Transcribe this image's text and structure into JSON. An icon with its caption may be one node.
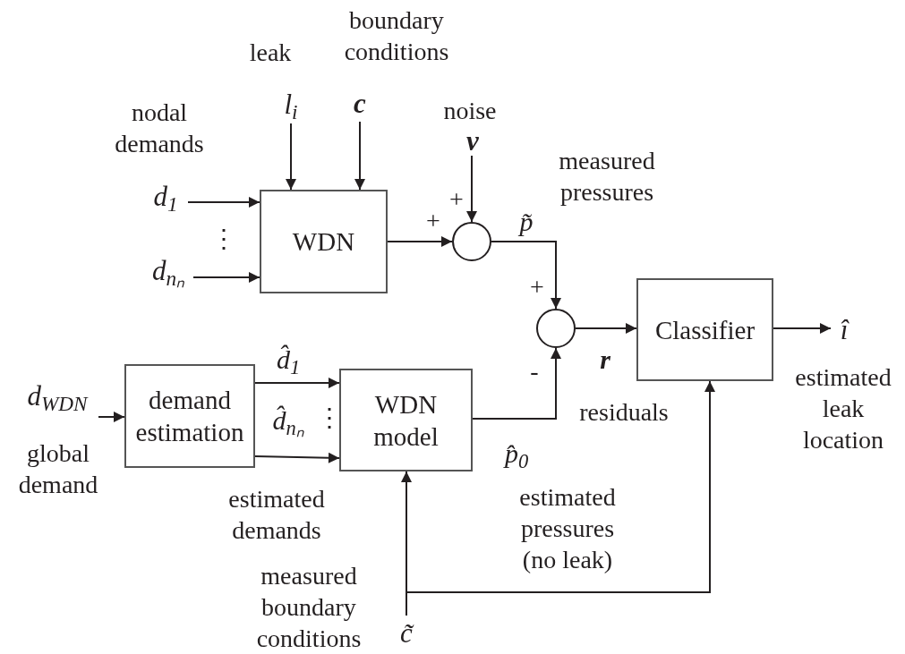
{
  "diagram": {
    "nodes": [
      {
        "text": [
          "d$_{1}$"
        ]
      },
      {
        "text": [
          "d$_{nₙ}$"
        ]
      },
      {
        "text": [
          "l$_{i}$"
        ]
      },
      {
        "text": [
          "c"
        ]
      },
      {
        "text": [
          "WDN"
        ]
      },
      {
        "text": [
          "v"
        ]
      },
      {
        "text": [],
        "shape": "circle"
      },
      {
        "text": [],
        "shape": "circle"
      },
      {
        "text": [
          "Classifier"
        ]
      },
      {
        "text": [
          "î"
        ]
      },
      {
        "text": [
          "d$_{WDN}$"
        ]
      },
      {
        "text": [
          "demand estimation"
        ]
      },
      {
        "text": [
          "WDN model"
        ]
      },
      {
        "text": [
          "c̃"
        ]
      }
    ],
    "edges": [
      {
        "from": 0,
        "to": 4,
        "arrow": "to"
      },
      {
        "from": 1,
        "to": 4,
        "arrow": "to"
      },
      {
        "from": 2,
        "to": 4,
        "arrow": "to"
      },
      {
        "from": 3,
        "to": 4,
        "arrow": "to"
      },
      {
        "from": 5,
        "to": 6,
        "arrow": "to"
      },
      {
        "from": 4,
        "to": 6,
        "arrow": "to"
      },
      {
        "from": 6,
        "to": 7,
        "arrow": "to",
        "label": "p̃"
      },
      {
        "from": 7,
        "to": 8,
        "arrow": "to",
        "label": "r"
      },
      {
        "from": 8,
        "to": 9,
        "arrow": "to"
      },
      {
        "from": 10,
        "to": 11,
        "arrow": "to"
      },
      {
        "from": 11,
        "to": 12,
        "arrow": "to",
        "label": "d̂$_{1}$"
      },
      {
        "from": 11,
        "to": 12,
        "arrow": "to",
        "label": "d̂$_{nₙ}$"
      },
      {
        "from": 12,
        "to": 7,
        "arrow": "to",
        "label": "p̂$_{0}$"
      },
      {
        "from": 13,
        "to": 12,
        "arrow": "to"
      },
      {
        "from": 13,
        "to": 8,
        "arrow": "to"
      }
    ],
    "labels": [
      "boundary conditions",
      "leak",
      "nodal demands",
      "noise",
      "+",
      "+",
      "measured pressures",
      "⋮",
      "+",
      "-",
      "⋮",
      "residuals",
      "estimated leak location",
      "global demand",
      "estimated demands",
      "estimated pressures (no leak)",
      "measured boundary conditions"
    ]
  }
}
